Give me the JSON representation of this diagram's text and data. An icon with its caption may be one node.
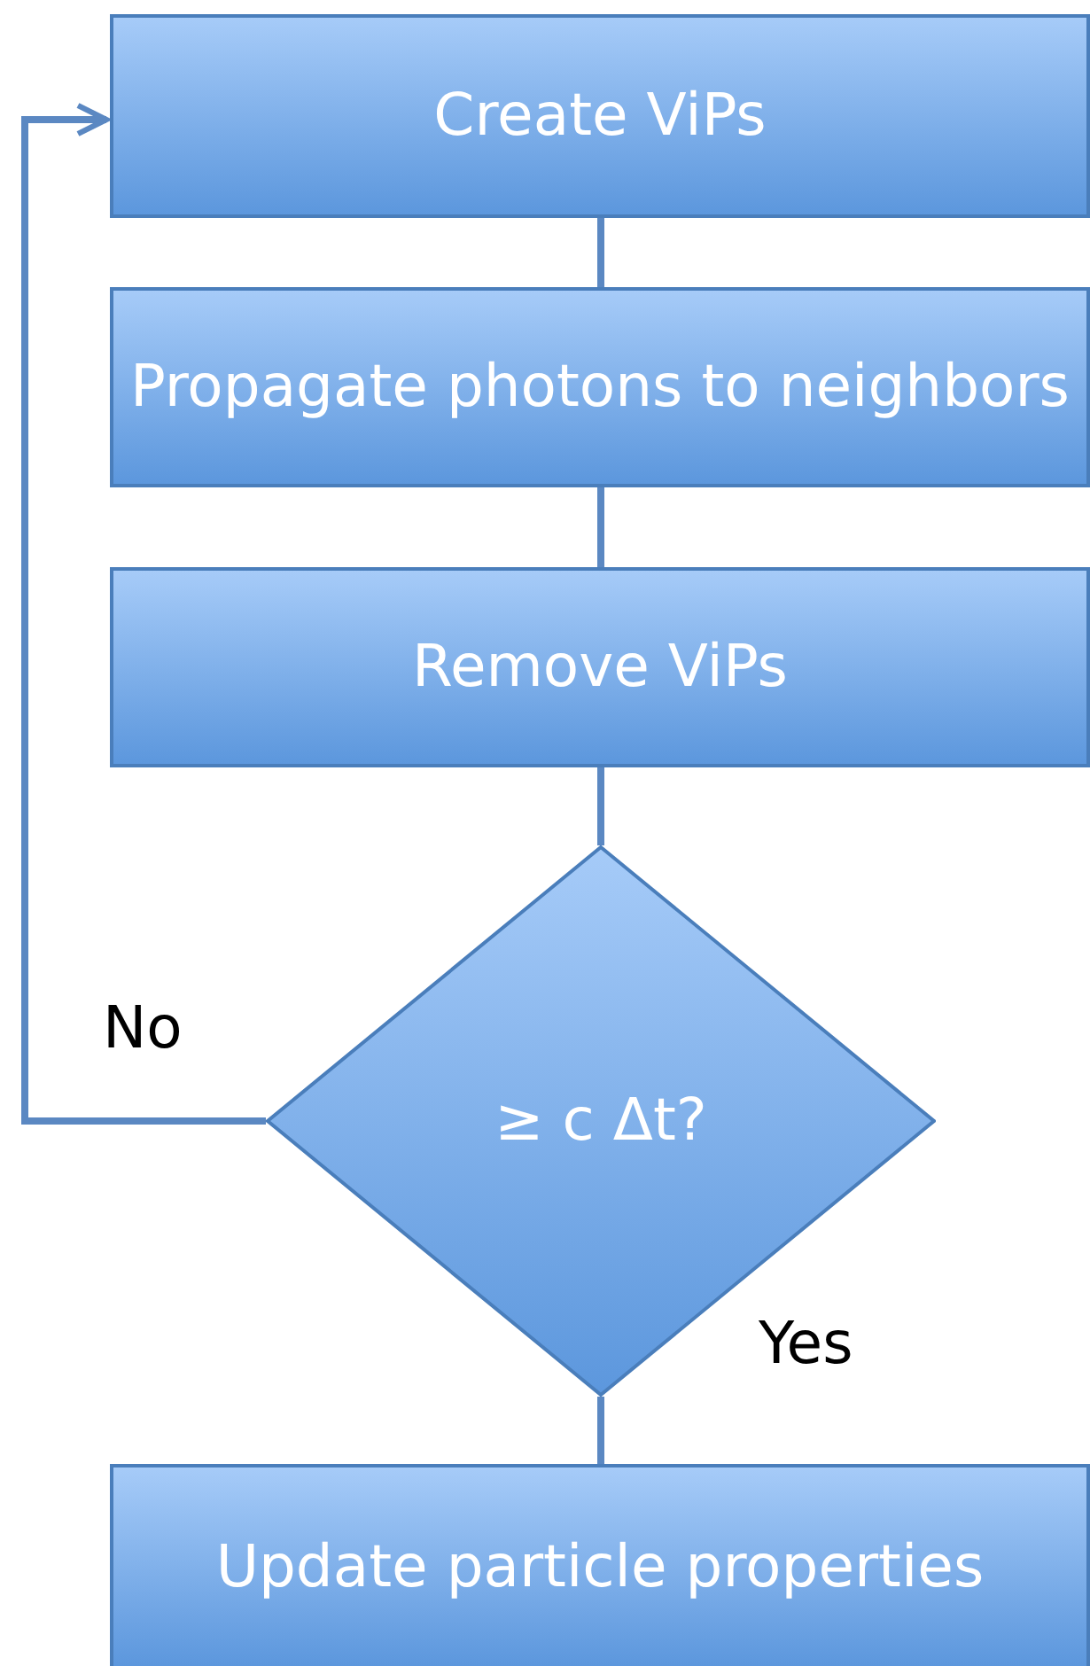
{
  "diagram": {
    "nodes": [
      {
        "text": [
          "Create ViPs"
        ]
      },
      {
        "text": [
          "Propagate photons to neighbors"
        ]
      },
      {
        "text": [
          "Remove ViPs"
        ]
      },
      {
        "text": [
          "≥ c Δt?"
        ]
      },
      {
        "text": [
          "Update particle properties"
        ]
      }
    ],
    "edges": [
      {
        "from": 0,
        "to": 1,
        "arrow": "none"
      },
      {
        "from": 1,
        "to": 2,
        "arrow": "none"
      },
      {
        "from": 2,
        "to": 3,
        "arrow": "none"
      },
      {
        "from": 3,
        "to": 0,
        "arrow": "to",
        "label": "No"
      },
      {
        "from": 3,
        "to": 4,
        "arrow": "none",
        "label": "Yes"
      }
    ]
  }
}
